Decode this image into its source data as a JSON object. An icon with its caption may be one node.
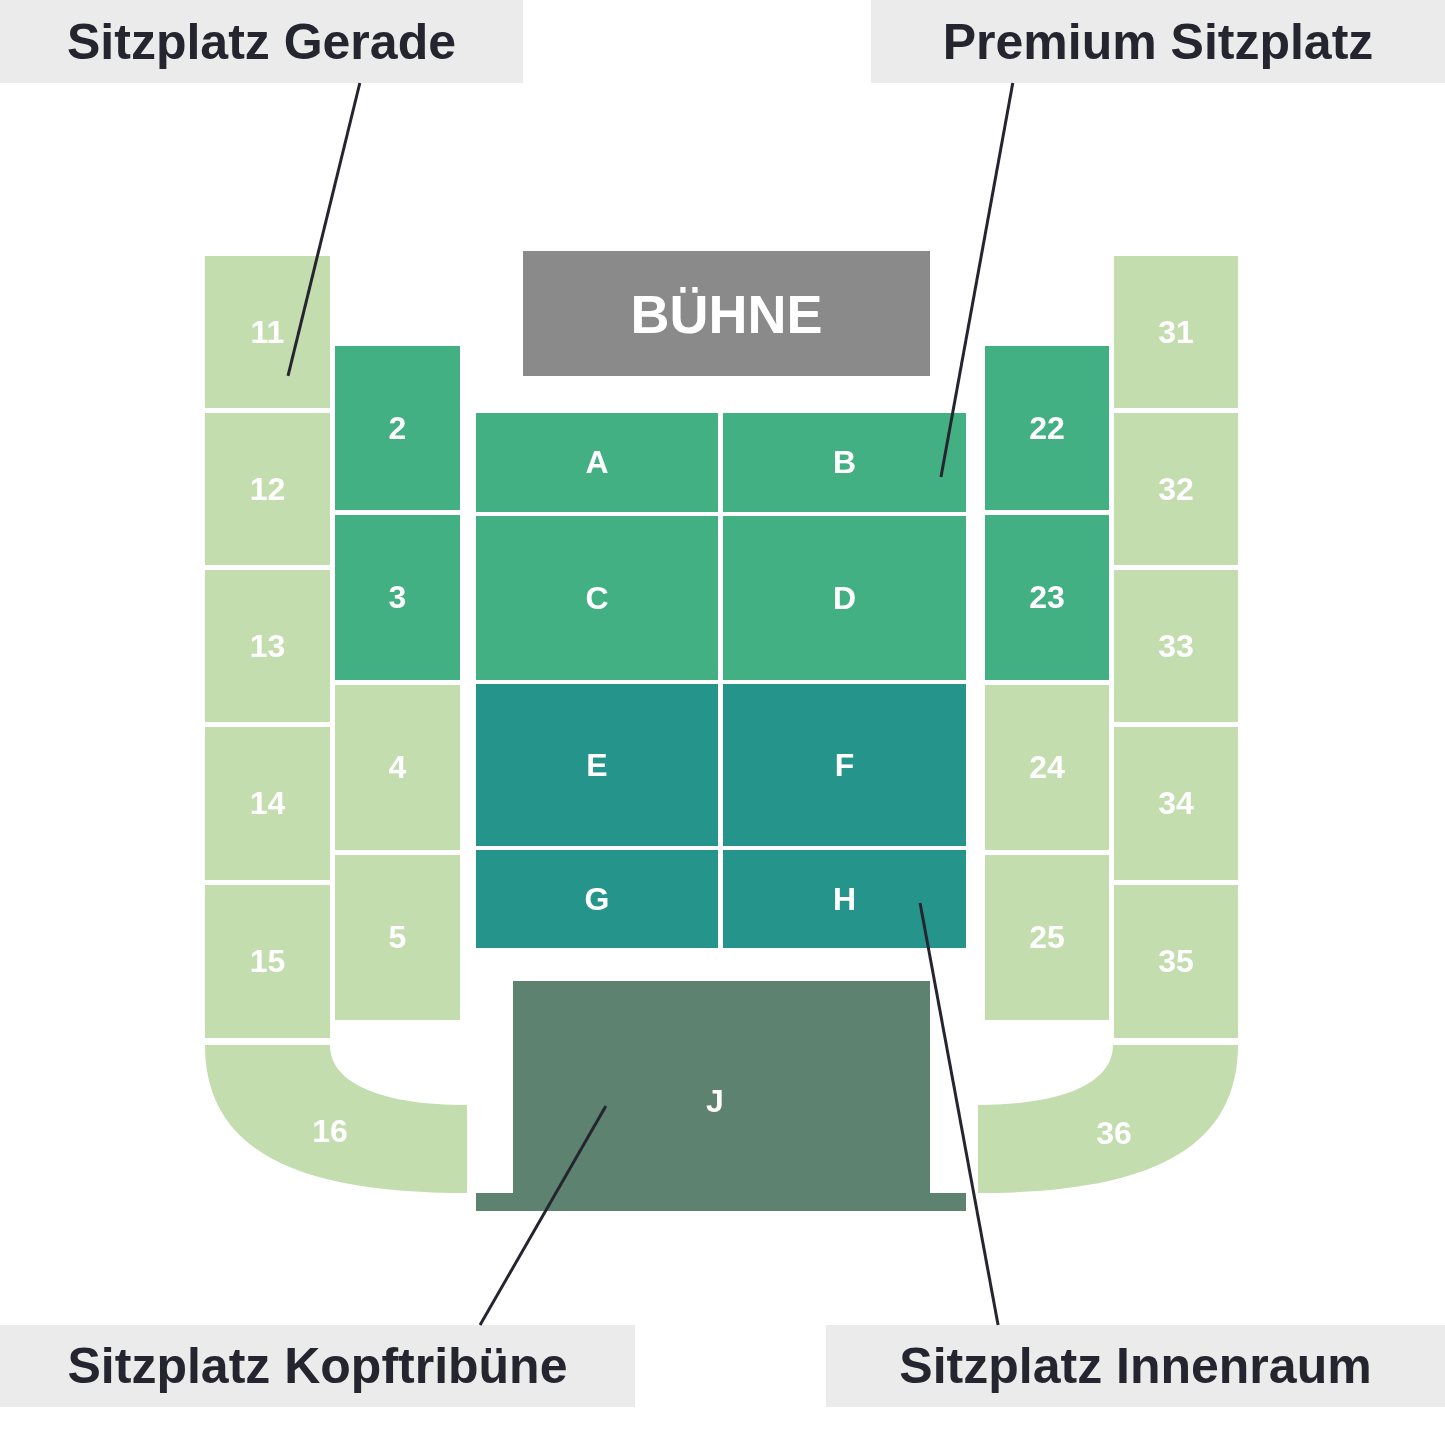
{
  "diagram": {
    "nodes": [
      {
        "text": [
          "Sitzplatz Gerade"
        ]
      },
      {
        "text": [
          "Premium Sitzplatz"
        ]
      },
      {
        "text": [
          "BÜHNE"
        ]
      },
      {
        "text": [
          "11"
        ]
      },
      {
        "text": [
          "31"
        ]
      },
      {
        "text": [
          "2"
        ]
      },
      {
        "text": [
          "A"
        ]
      },
      {
        "text": [
          "B"
        ]
      },
      {
        "text": [
          "22"
        ]
      },
      {
        "text": [
          "12"
        ]
      },
      {
        "text": [
          "32"
        ]
      },
      {
        "text": [
          "3"
        ]
      },
      {
        "text": [
          "C"
        ]
      },
      {
        "text": [
          "D"
        ]
      },
      {
        "text": [
          "23"
        ]
      },
      {
        "text": [
          "13"
        ]
      },
      {
        "text": [
          "33"
        ]
      },
      {
        "text": [
          "4"
        ]
      },
      {
        "text": [
          "E"
        ]
      },
      {
        "text": [
          "F"
        ]
      },
      {
        "text": [
          "24"
        ]
      },
      {
        "text": [
          "14"
        ]
      },
      {
        "text": [
          "34"
        ]
      },
      {
        "text": [
          "5"
        ]
      },
      {
        "text": [
          "G"
        ]
      },
      {
        "text": [
          "H"
        ]
      },
      {
        "text": [
          "25"
        ]
      },
      {
        "text": [
          "15"
        ]
      },
      {
        "text": [
          "35"
        ]
      },
      {
        "text": [
          "16"
        ]
      },
      {
        "text": [
          "J"
        ]
      },
      {
        "text": [
          "36"
        ]
      },
      {
        "text": [
          "Sitzplatz Kopftribüne"
        ]
      },
      {
        "text": [
          "Sitzplatz Innenraum"
        ]
      }
    ],
    "edges": [
      {
        "from": 0,
        "to": 3,
        "arrow": "none"
      },
      {
        "from": 1,
        "to": 7,
        "arrow": "none"
      },
      {
        "from": 32,
        "to": 30,
        "arrow": "none"
      },
      {
        "from": 33,
        "to": 25,
        "arrow": "none"
      }
    ]
  }
}
